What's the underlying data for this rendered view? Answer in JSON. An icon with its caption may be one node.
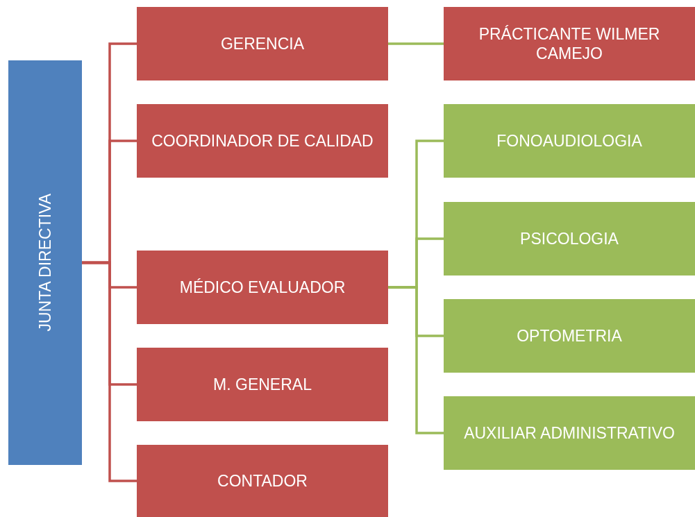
{
  "diagram": {
    "nodes": [
      {
        "text": [
          "JUNTA DIRECTIVA"
        ]
      },
      {
        "text": [
          "GERENCIA"
        ]
      },
      {
        "text": [
          "COORDINADOR DE CALIDAD"
        ]
      },
      {
        "text": [
          "MÉDICO EVALUADOR"
        ]
      },
      {
        "text": [
          "M. GENERAL"
        ]
      },
      {
        "text": [
          "CONTADOR"
        ]
      },
      {
        "text": [
          "PRÁCTICANTE WILMER CAMEJO"
        ]
      },
      {
        "text": [
          "FONOAUDIOLOGIA"
        ]
      },
      {
        "text": [
          "PSICOLOGIA"
        ]
      },
      {
        "text": [
          "OPTOMETRIA"
        ]
      },
      {
        "text": [
          "AUXILIAR ADMINISTRATIVO"
        ]
      }
    ],
    "edges": [
      {
        "from": 0,
        "to": 1,
        "arrow": "none"
      },
      {
        "from": 0,
        "to": 2,
        "arrow": "none"
      },
      {
        "from": 0,
        "to": 3,
        "arrow": "none"
      },
      {
        "from": 0,
        "to": 4,
        "arrow": "none"
      },
      {
        "from": 0,
        "to": 5,
        "arrow": "none"
      },
      {
        "from": 1,
        "to": 6,
        "arrow": "none",
        "color": "#9bbb59"
      },
      {
        "from": 3,
        "to": 7,
        "arrow": "none",
        "color": "#9bbb59"
      },
      {
        "from": 3,
        "to": 8,
        "arrow": "none",
        "color": "#9bbb59"
      },
      {
        "from": 3,
        "to": 9,
        "arrow": "none",
        "color": "#9bbb59"
      },
      {
        "from": 3,
        "to": 10,
        "arrow": "none",
        "color": "#9bbb59"
      }
    ]
  }
}
